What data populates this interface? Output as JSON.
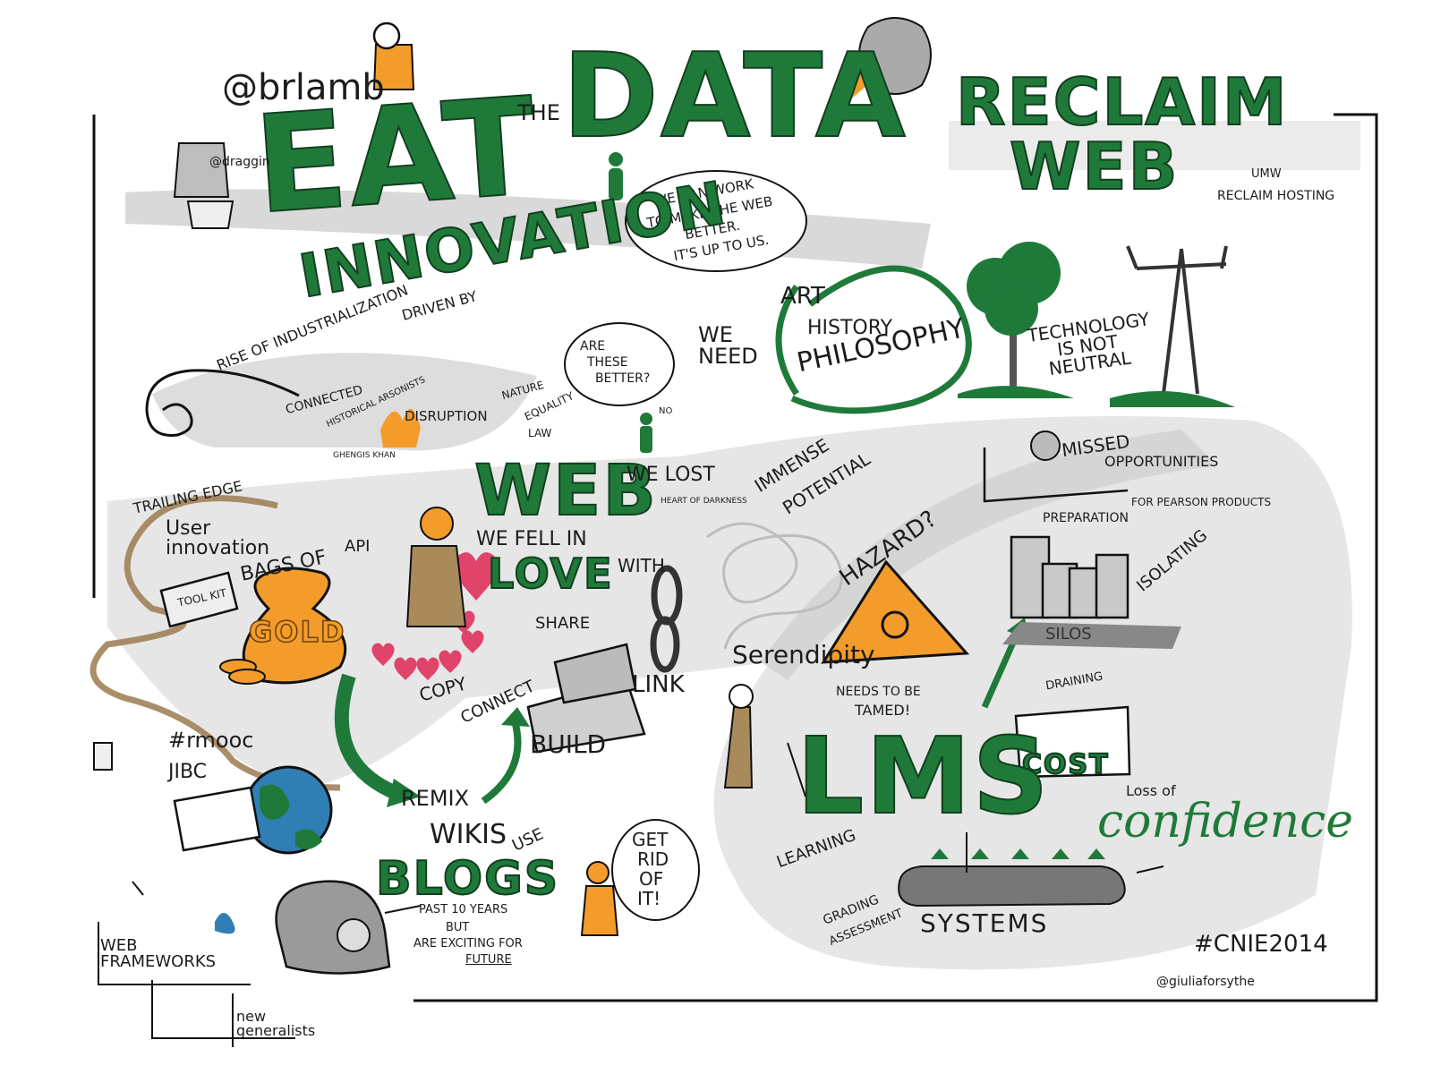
{
  "title": {
    "eat": "EAT",
    "the": "THE",
    "data": "DATA",
    "reclaim": "RECLAIM",
    "web": "WEB"
  },
  "handles": {
    "speaker": "@brlamb",
    "dj": "@draggin",
    "artist": "@giuliaforsythe",
    "hashtag": "#CNIE2014",
    "rmooc": "#rmooc",
    "jibc": "JIBC"
  },
  "speech": {
    "work": [
      "WE CAN WORK",
      "TO MAKE THE WEB",
      "BETTER.",
      "IT'S UP TO US."
    ],
    "better": [
      "ARE",
      "THESE",
      "BETTER?"
    ],
    "getrid": [
      "GET",
      "RID",
      "OF",
      "IT!"
    ],
    "tamed": [
      "NEEDS TO BE",
      "TAMED!"
    ]
  },
  "labels": {
    "innovation": "INNOVATION",
    "driven_by": "DRIVEN BY",
    "rise": "RISE OF INDUSTRIALIZATION",
    "connected": "CONNECTED",
    "historical": "HISTORICAL ARSONISTS",
    "genghis": "GHENGIS KHAN",
    "disruption": "DISRUPTION",
    "nature": "NATURE",
    "equality": "EQUALITY",
    "law": "LAW",
    "no": "NO",
    "we_need": "WE NEED",
    "art": "ART",
    "history": "HISTORY",
    "philosophy": "PHILOSOPHY",
    "technology": "TECHNOLOGY IS NOT NEUTRAL",
    "reclaim_hosting": "RECLAIM HOSTING",
    "umw": "UMW",
    "trailing": "TRAILING EDGE",
    "user_innovation": "User innovation",
    "toolkit": "TOOL KIT",
    "bags_of": "BAGS OF",
    "gold": "GOLD",
    "api": "API",
    "web": "WEB",
    "we_lost": "WE LOST",
    "heart": "HEART OF DARKNESS",
    "immense": "IMMENSE",
    "potential": "POTENTIAL",
    "fell": "WE FELL IN",
    "love": "LOVE",
    "with": "WITH",
    "share": "SHARE",
    "copy": "COPY",
    "connect": "CONNECT",
    "link": "LINK",
    "build": "BUILD",
    "remix": "REMIX",
    "wikis": "WIKIS",
    "use": "USE",
    "blogs": "BLOGS",
    "past": "PAST 10 YEARS",
    "but": "BUT",
    "exciting": "ARE EXCITING FOR",
    "future": "FUTURE",
    "web_frameworks": "WEB FRAMEWORKS",
    "new_generalists": "new generalists",
    "missed": "MISSED",
    "opportunities": "OPPORTUNITIES",
    "preparation": "PREPARATION",
    "pearson": "FOR PEARSON PRODUCTS",
    "isolating": "ISOLATING",
    "silos": "SILOS",
    "hazard": "HAZARD?",
    "serendipity": "Serendipity",
    "draining": "DRAINING",
    "cost": "COST",
    "lms": "LMS",
    "loss": "Loss of",
    "confidence": "confidence",
    "learning": "LEARNING",
    "grading": "GRADING",
    "assessment": "ASSESSMENT",
    "systems": "SYSTEMS"
  },
  "colors": {
    "green": "#1f7a3a",
    "orange": "#f39c2b",
    "gray": "#cfcfcf",
    "brown": "#9b7a4f"
  }
}
